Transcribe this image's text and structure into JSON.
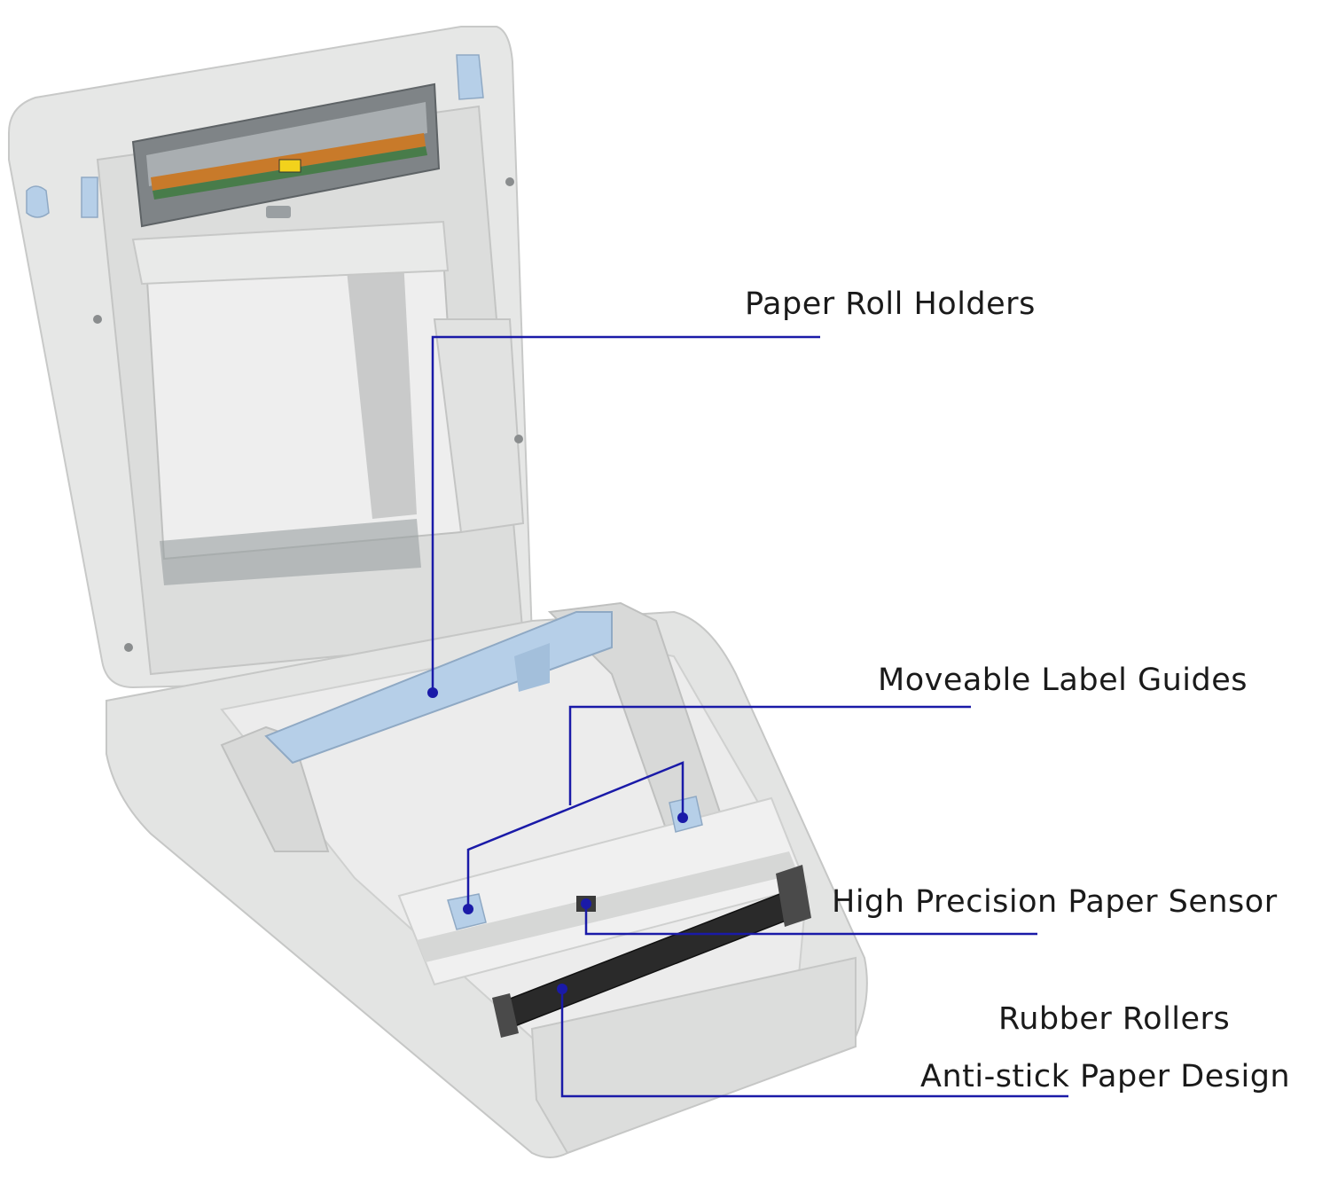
{
  "annotations": [
    {
      "id": "paper-roll-holders",
      "label": "Paper Roll Holders"
    },
    {
      "id": "moveable-label-guides",
      "label": "Moveable Label Guides"
    },
    {
      "id": "high-precision-paper-sensor",
      "label": "High Precision Paper Sensor"
    },
    {
      "id": "rubber-rollers",
      "label": "Rubber Rollers"
    },
    {
      "id": "anti-stick-paper-design",
      "label": "Anti-stick Paper Design"
    }
  ],
  "colors": {
    "leader_line": "#1a1aa8",
    "printer_body": "#e3e4e3",
    "printer_shadow": "#c9cac9",
    "guide_blue": "#b6cfe8",
    "roller": "#2a2a2a",
    "print_head": "#7a7f82"
  }
}
